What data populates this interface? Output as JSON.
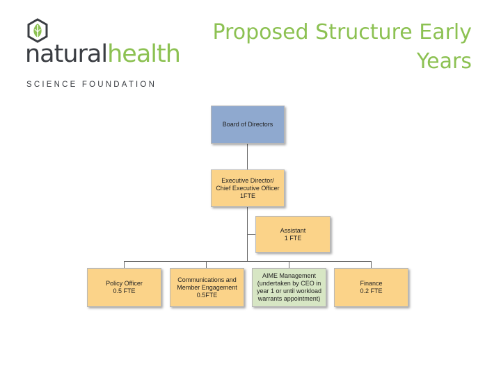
{
  "logo": {
    "icon": "leaf-hexagon-icon",
    "word_part1": "natural",
    "word_part2": "health",
    "subtitle": "SCIENCE FOUNDATION"
  },
  "title": {
    "line1": "Proposed Structure Early",
    "line2": "Years"
  },
  "org_chart": {
    "board": "Board of Directors",
    "executive": "Executive Director/\nChief Executive Officer\n1FTE",
    "assistant": "Assistant\n1 FTE",
    "policy": "Policy Officer\n0.5 FTE",
    "communications": "Communications and\nMember Engagement\n0.5FTE",
    "aime": "AIME Management\n(undertaken by CEO in\nyear 1 or until workload\nwarrants appointment)",
    "finance": "Finance\n0.2 FTE"
  },
  "colors": {
    "brand_dark": "#3a3d42",
    "brand_green": "#8cc152",
    "board_fill": "#8fa9cf",
    "staff_fill": "#fbd389",
    "aime_fill": "#d7e6c4"
  }
}
